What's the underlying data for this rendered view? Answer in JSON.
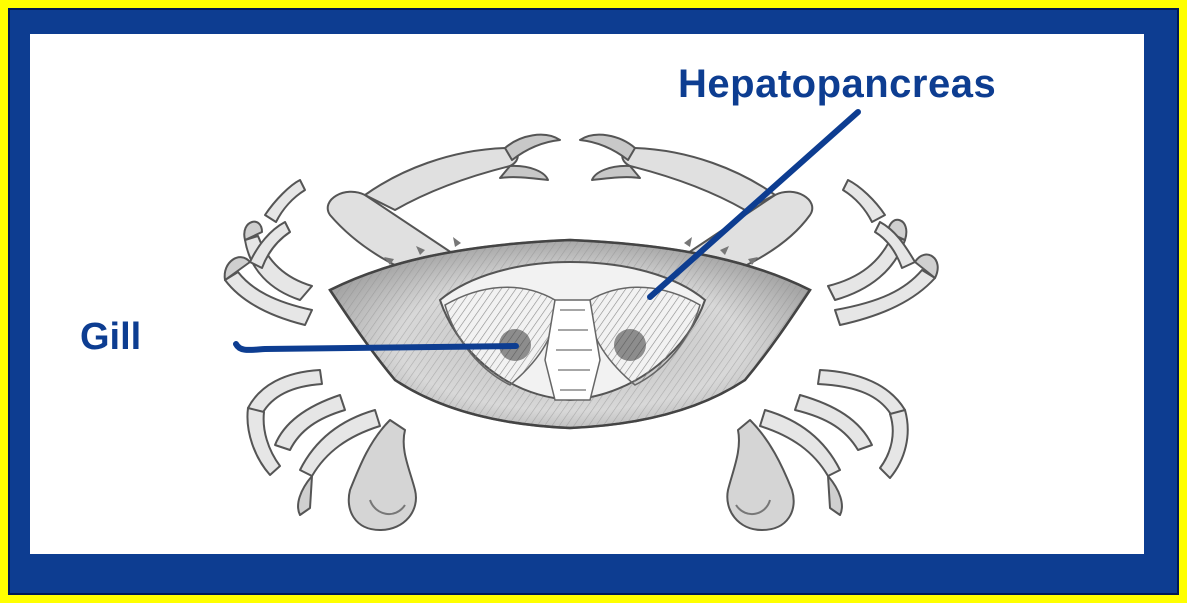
{
  "labels": {
    "gill": "Gill",
    "hepatopancreas": "Hepatopancreas"
  },
  "colors": {
    "border": "#0d3d91",
    "outer_background": "#ffff00",
    "panel": "#ffffff",
    "label_text": "#0d3d91",
    "pointer_line": "#0d3d91",
    "crab_outline": "#555555",
    "crab_fill": "#e6e6e6"
  },
  "illustration": {
    "subject": "blue crab, dorsal view",
    "icon": "crab-illustration"
  }
}
